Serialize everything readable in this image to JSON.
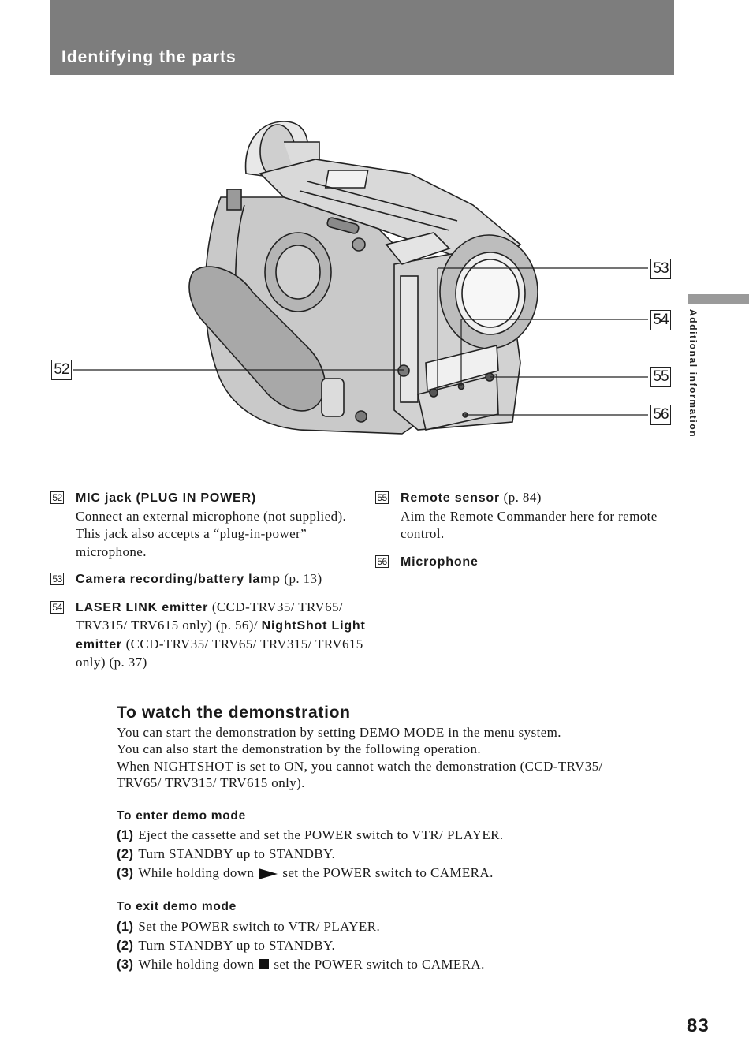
{
  "header": {
    "title": "Identifying the parts"
  },
  "side_label": "Additional information",
  "figure": {
    "callouts": [
      "52",
      "53",
      "54",
      "55",
      "56"
    ]
  },
  "items_left": [
    {
      "num": "52",
      "term": "MIC jack (PLUG IN POWER)",
      "ref": "",
      "desc": "Connect an external microphone (not supplied). This jack also accepts a “plug-in-power” microphone."
    },
    {
      "num": "53",
      "term": "Camera recording/battery lamp",
      "ref": "(p. 13)",
      "desc": ""
    },
    {
      "num": "54",
      "term": "LASER LINK emitter",
      "ref": "(CCD-TRV35/ TRV65/ TRV315/ TRV615 only) (p. 56)/",
      "term2": "NightShot Light emitter",
      "ref2": "(CCD-TRV35/ TRV65/ TRV315/ TRV615 only) (p. 37)"
    }
  ],
  "items_right": [
    {
      "num": "55",
      "term": "Remote sensor",
      "ref": "(p. 84)",
      "desc": "Aim the Remote Commander here for remote control."
    },
    {
      "num": "56",
      "term": "Microphone",
      "ref": "",
      "desc": ""
    }
  ],
  "demo": {
    "title": "To watch the demonstration",
    "intro": [
      "You can start the demonstration by setting DEMO MODE in the menu system.",
      "You can also start the demonstration by the following operation.",
      "When NIGHTSHOT is set to ON, you cannot watch the demonstration (CCD-TRV35/",
      "TRV65/ TRV315/ TRV615 only)."
    ],
    "enter": {
      "title": "To enter demo mode",
      "steps": [
        {
          "n": "(1)",
          "text": "Eject the cassette and set the POWER switch to VTR/ PLAYER."
        },
        {
          "n": "(2)",
          "text": "Turn STANDBY up to STANDBY."
        },
        {
          "n": "(3)",
          "pre": "While holding down",
          "post": "set the POWER switch to CAMERA.",
          "icon": "play-icon"
        }
      ]
    },
    "exit": {
      "title": "To exit demo mode",
      "steps": [
        {
          "n": "(1)",
          "text": "Set the POWER switch to VTR/ PLAYER."
        },
        {
          "n": "(2)",
          "text": "Turn STANDBY up to STANDBY."
        },
        {
          "n": "(3)",
          "pre": "While holding down",
          "post": "set the POWER switch to CAMERA.",
          "icon": "stop-icon"
        }
      ]
    }
  },
  "page_number": "83"
}
